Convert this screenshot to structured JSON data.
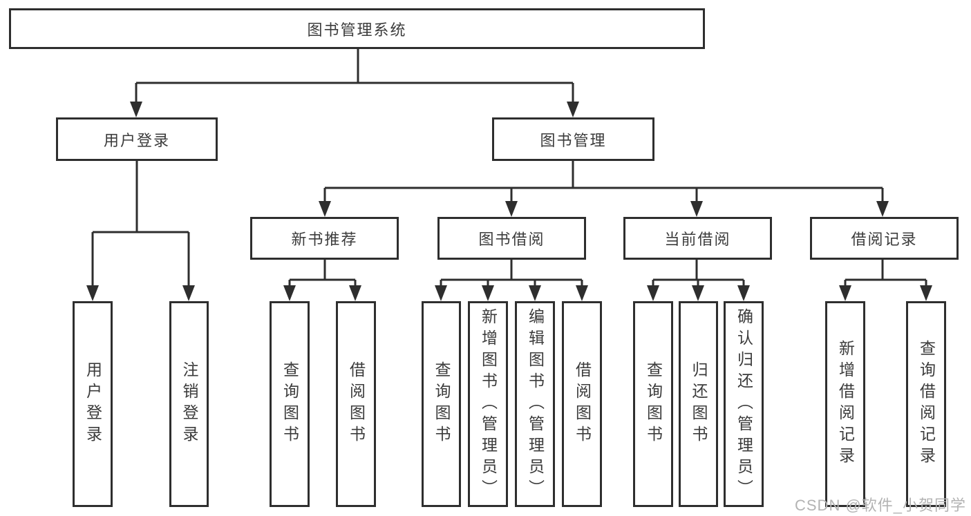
{
  "diagram": {
    "root": {
      "label": "图书管理系统"
    },
    "branches": [
      {
        "label": "用户登录",
        "children": [
          {
            "label": "用户登录"
          },
          {
            "label": "注销登录"
          }
        ]
      },
      {
        "label": "图书管理",
        "children": [
          {
            "label": "新书推荐",
            "children": [
              {
                "label": "查询图书"
              },
              {
                "label": "借阅图书"
              }
            ]
          },
          {
            "label": "图书借阅",
            "children": [
              {
                "label": "查询图书"
              },
              {
                "label": "新增图书（管理员）"
              },
              {
                "label": "编辑图书（管理员）"
              },
              {
                "label": "借阅图书"
              }
            ]
          },
          {
            "label": "当前借阅",
            "children": [
              {
                "label": "查询图书"
              },
              {
                "label": "归还图书"
              },
              {
                "label": "确认归还（管理员）"
              }
            ]
          },
          {
            "label": "借阅记录",
            "children": [
              {
                "label": "新增借阅记录"
              },
              {
                "label": "查询借阅记录"
              }
            ]
          }
        ]
      }
    ]
  },
  "watermark": {
    "text": "CSDN @软件_小贺同学"
  },
  "colors": {
    "line": "#2e2e2e",
    "text": "#3b3b3b",
    "watermark": "#b3b3b3",
    "background": "#ffffff"
  }
}
